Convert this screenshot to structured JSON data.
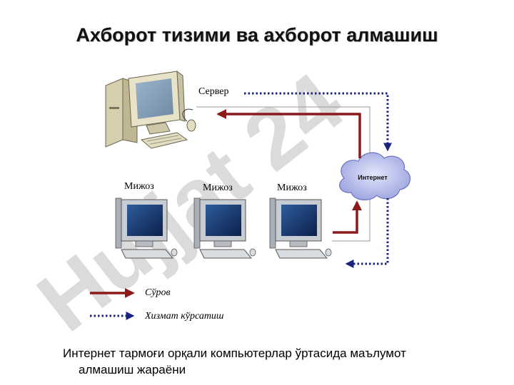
{
  "title": "Ахборот тизими ва ахборот алмашиш",
  "server_label": "Сервер",
  "client_labels": [
    "Мижоз",
    "Мижоз",
    "Мижоз"
  ],
  "internet_label": "Интернет",
  "legend": {
    "request_label": "Сўров",
    "service_label": "Хизмат кўрсатиш"
  },
  "caption": {
    "line1": "Интернет тармоғи орқали компьютерлар ўртасида маълумот",
    "line2": "алмашиш жараёни"
  },
  "watermark": "Hujjat 24",
  "colors": {
    "request_arrow": "#8b1a1a",
    "service_arrow": "#1a237e",
    "cloud": "#b9bfe8",
    "watermark": "#d0d0d0"
  }
}
